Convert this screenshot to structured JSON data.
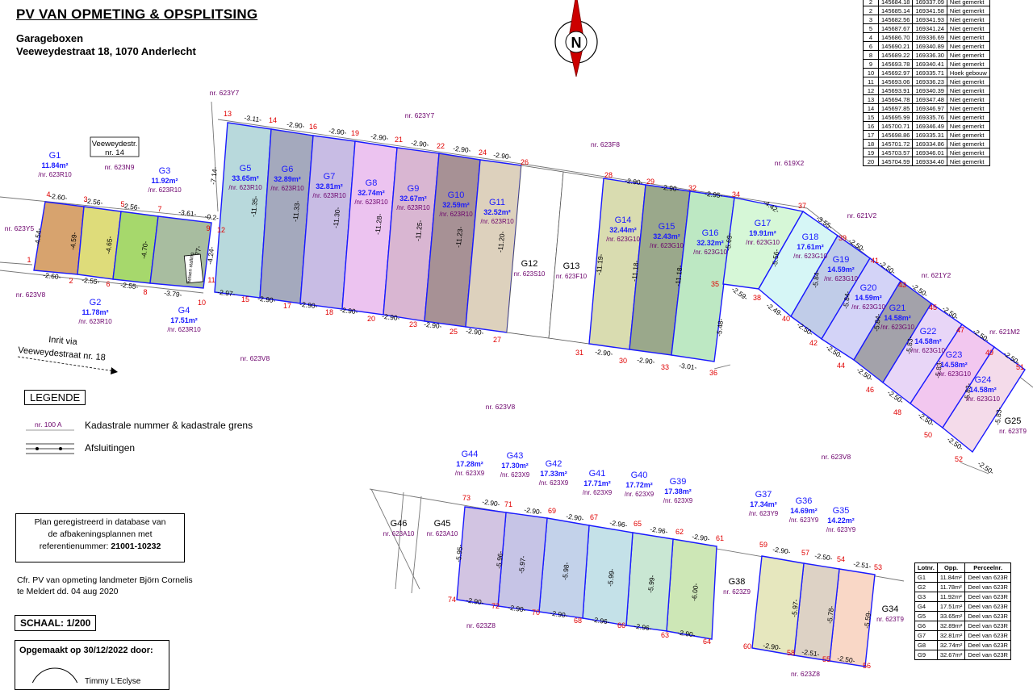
{
  "header": {
    "title": "PV VAN OPMETING & OPSPLITSING",
    "subtitle1": "Garageboxen",
    "subtitle2": "Veeweydestraat 18, 1070 Anderlecht"
  },
  "north_letter": "N",
  "colors": {
    "boundary": "#1a1aff",
    "red_text": "#e00000",
    "purple_text": "#6b006b",
    "north_red": "#cc0000"
  },
  "legend": {
    "title": "LEGENDE",
    "sample_parcel": "nr. 100 A",
    "item1": "Kadastrale nummer & kadastrale grens",
    "item2": "Afsluitingen"
  },
  "registration": {
    "line1": "Plan geregistreerd in database van",
    "line2": "de afbakeningsplannen met",
    "line3_prefix": "referentienummer:",
    "line3_ref": "21001-10232"
  },
  "cfr": {
    "line1": "Cfr. PV van opmeting landmeter Björn Cornelis",
    "line2": "te Meldert  dd. 04 aug 2020"
  },
  "scale": "SCHAAL: 1/200",
  "made_by": "Opgemaakt op 30/12/2022 door:",
  "surveyor": "Timmy L'Eclyse",
  "street_box": {
    "line1": "Veeweydestr.",
    "line2": "nr. 14"
  },
  "entry": {
    "line1": "Inrit via",
    "line2": "Veeweydestraat nr. 18"
  },
  "parcels_around": [
    {
      "t": "nr. 623Y7"
    },
    {
      "t": "nr. 623Y7"
    },
    {
      "t": "nr. 623F8"
    },
    {
      "t": "nr. 619X2"
    },
    {
      "t": "nr. 621V2"
    },
    {
      "t": "nr. 621Y2"
    },
    {
      "t": "nr. 621M2"
    },
    {
      "t": "nr. 623Y5"
    },
    {
      "t": "nr. 623V8"
    },
    {
      "t": "nr. 623V8"
    },
    {
      "t": "nr. 623V8"
    },
    {
      "t": "nr. 623V8"
    },
    {
      "t": "nr. 623N9"
    },
    {
      "t": "nr. 623Z8"
    },
    {
      "t": "nr. 623Z8"
    }
  ],
  "lots": [
    {
      "id": "G1",
      "area": "11.84m²",
      "parcel": "/nr. 623R10"
    },
    {
      "id": "G2",
      "area": "11.78m²",
      "parcel": "/nr. 623R10"
    },
    {
      "id": "G3",
      "area": "11.92m²",
      "parcel": "/nr. 623R10"
    },
    {
      "id": "G4",
      "area": "17.51m²",
      "parcel": "/nr. 623R10"
    },
    {
      "id": "G5",
      "area": "33.65m²",
      "parcel": "/nr. 623R10"
    },
    {
      "id": "G6",
      "area": "32.89m²",
      "parcel": "/nr. 623R10"
    },
    {
      "id": "G7",
      "area": "32.81m²",
      "parcel": "/nr. 623R10"
    },
    {
      "id": "G8",
      "area": "32.74m²",
      "parcel": "/nr. 623R10"
    },
    {
      "id": "G9",
      "area": "32.67m²",
      "parcel": "/nr. 623R10"
    },
    {
      "id": "G10",
      "area": "32.59m²",
      "parcel": "/nr. 623R10"
    },
    {
      "id": "G11",
      "area": "32.52m²",
      "parcel": "/nr. 623R10"
    },
    {
      "id": "G12",
      "area": "",
      "parcel": "nr. 623S10"
    },
    {
      "id": "G13",
      "area": "",
      "parcel": "nr. 623F10"
    },
    {
      "id": "G14",
      "area": "32.44m²",
      "parcel": "/nr. 623G10"
    },
    {
      "id": "G15",
      "area": "32.43m²",
      "parcel": "/nr. 623G10"
    },
    {
      "id": "G16",
      "area": "32.32m²",
      "parcel": "/nr. 623G10"
    },
    {
      "id": "G17",
      "area": "19.91m²",
      "parcel": "/nr. 623G10"
    },
    {
      "id": "G18",
      "area": "17.61m²",
      "parcel": "/nr. 623G10"
    },
    {
      "id": "G19",
      "area": "14.59m²",
      "parcel": "/nr. 623G10"
    },
    {
      "id": "G20",
      "area": "14.59m²",
      "parcel": "/nr. 623G10"
    },
    {
      "id": "G21",
      "area": "14.58m²",
      "parcel": "/nr. 623G10"
    },
    {
      "id": "G22",
      "area": "14.58m²",
      "parcel": "/nr. 623G10"
    },
    {
      "id": "G23",
      "area": "14.58m²",
      "parcel": "/nr. 623G10"
    },
    {
      "id": "G24",
      "area": "14.58m²",
      "parcel": "/nr. 623G10"
    },
    {
      "id": "G25",
      "area": "",
      "parcel": "nr. 623T9"
    },
    {
      "id": "G34",
      "area": "",
      "parcel": "nr. 623T9"
    },
    {
      "id": "G35",
      "area": "14.22m²",
      "parcel": "/nr. 623Y9"
    },
    {
      "id": "G36",
      "area": "14.69m²",
      "parcel": "/nr. 623Y9"
    },
    {
      "id": "G37",
      "area": "17.34m²",
      "parcel": "/nr. 623Y9"
    },
    {
      "id": "G38",
      "area": "",
      "parcel": "nr. 623Z9"
    },
    {
      "id": "G39",
      "area": "17.38m²",
      "parcel": "/nr. 623X9"
    },
    {
      "id": "G40",
      "area": "17.72m²",
      "parcel": "/nr. 623X9"
    },
    {
      "id": "G41",
      "area": "17.71m²",
      "parcel": "/nr. 623X9"
    },
    {
      "id": "G42",
      "area": "17.33m²",
      "parcel": "/nr. 623X9"
    },
    {
      "id": "G43",
      "area": "17.30m²",
      "parcel": "/nr. 623X9"
    },
    {
      "id": "G44",
      "area": "17.28m²",
      "parcel": "/nr. 623X9"
    },
    {
      "id": "G45",
      "area": "",
      "parcel": "nr. 623A10"
    },
    {
      "id": "G46",
      "area": "",
      "parcel": "nr. 623A10"
    }
  ],
  "dims_top": [
    "-2.60-",
    "-2.56-",
    "-2.56-",
    "-3.61-",
    "-0.2-",
    "-3.11-",
    "-2.90-",
    "-2.90-",
    "-2.90-",
    "-2.90-",
    "-2.90-",
    "-2.90-",
    "-2.90-",
    "-2.90-",
    "-2.95-",
    "-4.42-",
    "-3.55-",
    "-2.50-",
    "-2.50-",
    "-2.50-",
    "-2.50-",
    "-2.50-",
    "-2.50-"
  ],
  "dims_bottom": [
    "-2.60-",
    "-2.55-",
    "-2.55-",
    "-3.79-",
    "-2.97-",
    "-2.90-",
    "-2.90-",
    "-2.90-",
    "-2.90-",
    "-2.90-",
    "-2.90-",
    "-2.90-",
    "-2.90-",
    "-3.01-",
    "-2.59-",
    "-2.49-",
    "-2.50-",
    "-2.50-",
    "-2.50-",
    "-2.50-",
    "-2.50-",
    "-2.50-",
    "-2.50-"
  ],
  "dims_depth": [
    "-4.54-",
    "-4.59-",
    "-4.65-",
    "-4.70-",
    "-4.77-",
    "-4.24-",
    "-7.14-",
    "-11.35-",
    "-11.33-",
    "-11.30-",
    "-11.28-",
    "-11.25-",
    "-11.23-",
    "-11.20-",
    "-11.19-",
    "-11.18-",
    "-11.18-",
    "-5.48-",
    "-5.69-",
    "-5.56-",
    "-5.84-",
    "-5.84-",
    "-5.84-",
    "-5.83-",
    "-5.83-",
    "-5.83-",
    "-5.83-"
  ],
  "dims_lower_top": [
    "-2.90-",
    "-2.90-",
    "-2.90-",
    "-2.96-",
    "-2.96-",
    "-2.90-",
    "-2.90-",
    "-2.50-",
    "-2.51-"
  ],
  "dims_lower_bottom": [
    "-2.90-",
    "-2.90-",
    "-2.90-",
    "-2.96-",
    "-2.96-",
    "-2.90-",
    "-2.90-",
    "-2.51-",
    "-2.50-"
  ],
  "dims_lower_depth": [
    "-5.95-",
    "-5.96-",
    "-5.97-",
    "-5.98-",
    "-5.99-",
    "-5.99-",
    "-6.00-",
    "-5.97-",
    "-5.78-",
    "-5.59-"
  ],
  "points_upper": [
    "1",
    "2",
    "3",
    "4",
    "5",
    "6",
    "7",
    "8",
    "9",
    "10",
    "11",
    "12",
    "13",
    "14",
    "15",
    "16",
    "17",
    "18",
    "19",
    "20",
    "21",
    "22",
    "23",
    "24",
    "25",
    "26",
    "27",
    "28",
    "29",
    "30",
    "31",
    "32",
    "33",
    "34",
    "35",
    "36",
    "37",
    "38",
    "39",
    "40",
    "41",
    "42",
    "43",
    "44",
    "45",
    "46",
    "47",
    "48",
    "49",
    "50",
    "51",
    "52"
  ],
  "points_lower": [
    "53",
    "54",
    "55",
    "56",
    "57",
    "58",
    "59",
    "60",
    "61",
    "62",
    "63",
    "64",
    "65",
    "66",
    "67",
    "68",
    "69",
    "70",
    "71",
    "72",
    "73",
    "74"
  ],
  "fietsenstalling": "fietsen stalling",
  "points_table": {
    "rows": [
      [
        "2",
        "145685.14",
        "169341.58",
        "Niet gemerkt"
      ],
      [
        "3",
        "145682.56",
        "169341.93",
        "Niet gemerkt"
      ],
      [
        "5",
        "145687.67",
        "169341.24",
        "Niet gemerkt"
      ],
      [
        "4",
        "145686.70",
        "169336.69",
        "Niet gemerkt"
      ],
      [
        "6",
        "145690.21",
        "169340.89",
        "Niet gemerkt"
      ],
      [
        "8",
        "145689.22",
        "169336.30",
        "Niet gemerkt"
      ],
      [
        "9",
        "145693.78",
        "169340.41",
        "Niet gemerkt"
      ],
      [
        "10",
        "145692.97",
        "169335.71",
        "Hoek gebouw"
      ],
      [
        "11",
        "145693.06",
        "169336.23",
        "Niet gemerkt"
      ],
      [
        "12",
        "145693.91",
        "169340.39",
        "Niet gemerkt"
      ],
      [
        "13",
        "145694.78",
        "169347.48",
        "Niet gemerkt"
      ],
      [
        "14",
        "145697.85",
        "169346.97",
        "Niet gemerkt"
      ],
      [
        "15",
        "145695.99",
        "169335.76",
        "Niet gemerkt"
      ],
      [
        "16",
        "145700.71",
        "169346.49",
        "Niet gemerkt"
      ],
      [
        "17",
        "145698.86",
        "169335.31",
        "Niet gemerkt"
      ],
      [
        "18",
        "145701.72",
        "169334.86",
        "Niet gemerkt"
      ],
      [
        "19",
        "145703.57",
        "169346.01",
        "Niet gemerkt"
      ],
      [
        "20",
        "145704.59",
        "169334.40",
        "Niet gemerkt"
      ]
    ],
    "partial_top": [
      "2",
      "145684.18",
      "169337.09",
      "Niet gemerkt"
    ]
  },
  "lots_table": {
    "headers": [
      "Lotnr.",
      "Opp.",
      "Perceelnr."
    ],
    "rows": [
      [
        "G1",
        "11.84m²",
        "Deel van 623R"
      ],
      [
        "G2",
        "11.78m²",
        "Deel van 623R"
      ],
      [
        "G3",
        "11.92m²",
        "Deel van 623R"
      ],
      [
        "G4",
        "17.51m²",
        "Deel van 623R"
      ],
      [
        "G5",
        "33.65m²",
        "Deel van 623R"
      ],
      [
        "G6",
        "32.89m²",
        "Deel van 623R"
      ],
      [
        "G7",
        "32.81m²",
        "Deel van 623R"
      ],
      [
        "G8",
        "32.74m²",
        "Deel van 623R"
      ],
      [
        "G9",
        "32.67m²",
        "Deel van 623R"
      ]
    ]
  }
}
